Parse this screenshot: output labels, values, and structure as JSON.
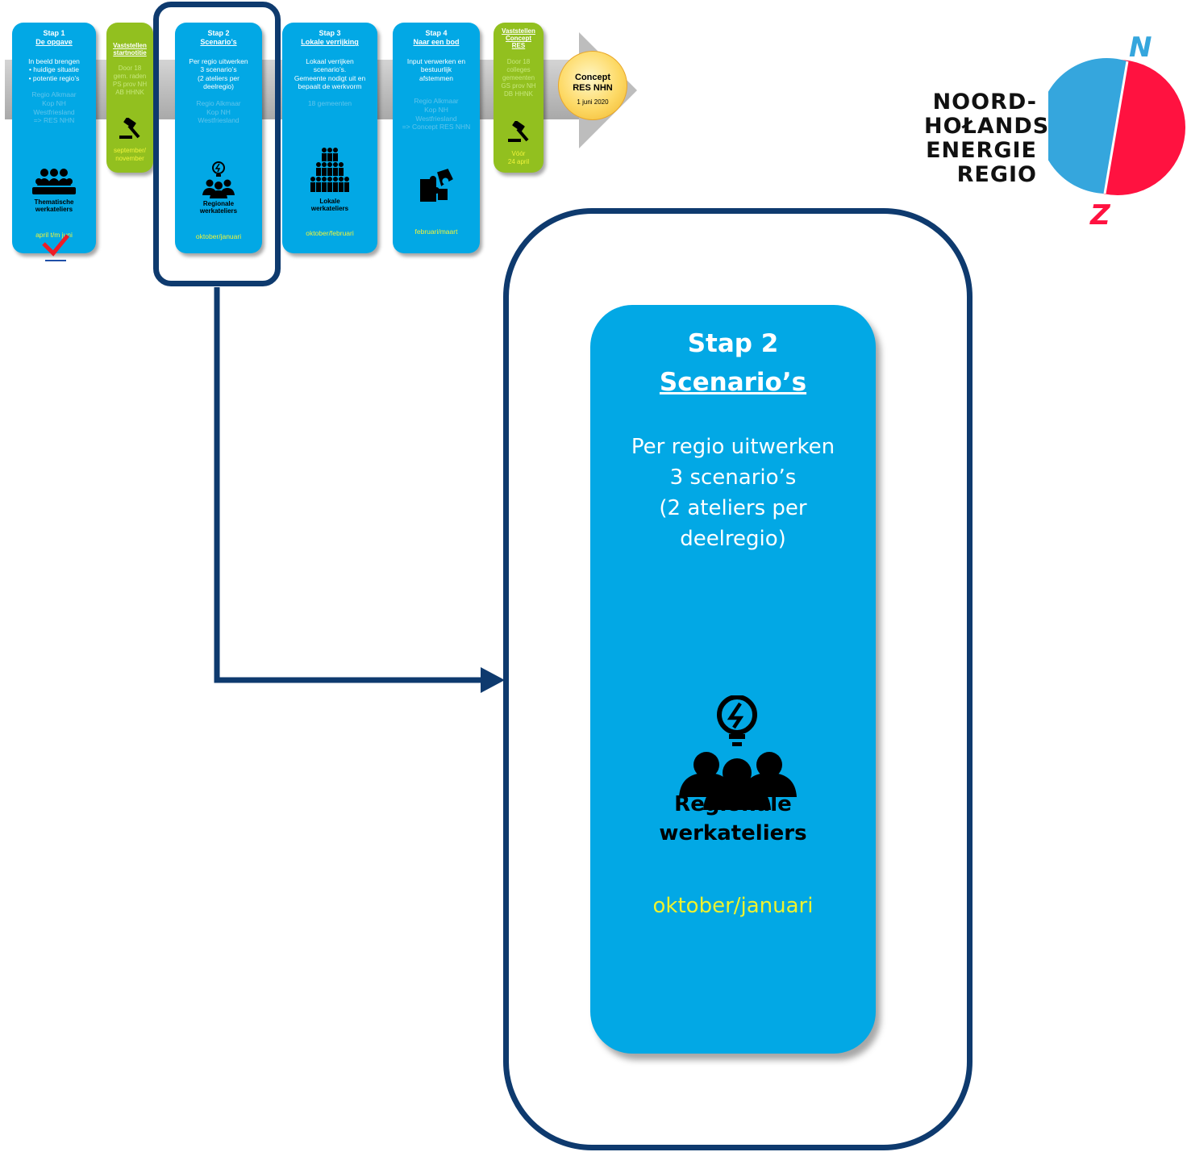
{
  "colors": {
    "card_blue": "#02a8e5",
    "card_green": "#92c01f",
    "highlight": "#0e3a6e",
    "period_yellow": "#f0f43a",
    "logo_blue": "#35a6dd",
    "logo_red": "#ff1240"
  },
  "timeline": {
    "cards": [
      {
        "step": "Stap 1",
        "title": "De opgave",
        "desc_lines": [
          "In beeld brengen",
          "•  huidige situatie",
          "•  potentie regio’s"
        ],
        "faint_lines": [
          "Regio Alkmaar",
          "Kop NH",
          "Westfriesland",
          "=> RES NHN"
        ],
        "workshop_lines": [
          "Thematische",
          "werkateliers"
        ],
        "period": "april t/m juni",
        "icon": "people-group-icon",
        "done_icon": "check-icon"
      },
      {
        "title_lines": [
          "Vaststellen",
          "startnotitie"
        ],
        "desc_lines": [
          "Door 18",
          "gem. raden",
          "PS prov NH",
          "AB HHNK"
        ],
        "period_lines": [
          "september/",
          "november"
        ],
        "icon": "gavel-icon"
      },
      {
        "step": "Stap 2",
        "title": "Scenario’s",
        "desc_lines": [
          "Per regio uitwerken",
          "3 scenario’s",
          "(2 ateliers per",
          "deelregio)"
        ],
        "faint_lines": [
          "Regio Alkmaar",
          "Kop NH",
          "Westfriesland"
        ],
        "workshop_lines": [
          "Regionale",
          "werkateliers"
        ],
        "period": "oktober/januari",
        "icon": "lightbulb-people-icon"
      },
      {
        "step": "Stap 3",
        "title": "Lokale verrijking",
        "desc_lines": [
          "Lokaal verrijken",
          "scenario’s.",
          "Gemeente nodigt uit en",
          "bepaalt de werkvorm"
        ],
        "faint_lines": [
          "18 gemeenten"
        ],
        "workshop_lines": [
          "Lokale",
          "werkateliers"
        ],
        "period": "oktober/februari",
        "icon": "crowd-icon"
      },
      {
        "step": "Stap 4",
        "title": "Naar een bod",
        "desc_lines": [
          "Input verwerken en",
          "bestuurlijk",
          "afstemmen"
        ],
        "faint_lines": [
          "Regio Alkmaar",
          "Kop NH",
          "Westfriesland",
          "=> Concept RES NHN"
        ],
        "period": "februari/maart",
        "icon": "puzzle-icon"
      },
      {
        "title_lines": [
          "Vaststellen",
          "Concept",
          "RES"
        ],
        "desc_lines": [
          "Door 18",
          "colleges",
          "gemeenten",
          "GS prov NH",
          "DB HHNK"
        ],
        "period_lines": [
          "Vóór",
          "24 april"
        ],
        "icon": "gavel-icon"
      }
    ],
    "concept": {
      "lines": [
        "Concept",
        "RES NHN"
      ],
      "date": "1 juni 2020"
    }
  },
  "logo": {
    "lines": [
      "NOORD-",
      "HOŁANDSE",
      "ENERGIE",
      "REGIO"
    ],
    "north": "N",
    "south": "Z"
  },
  "zoom": {
    "step": "Stap 2",
    "title": "Scenario’s",
    "desc_lines": [
      "Per regio uitwerken",
      "3 scenario’s",
      "(2 ateliers per",
      "deelregio)"
    ],
    "workshop_top": "Regionale",
    "workshop_bottom": "werkateliers",
    "period": "oktober/januari",
    "icon": "lightbulb-people-icon"
  }
}
